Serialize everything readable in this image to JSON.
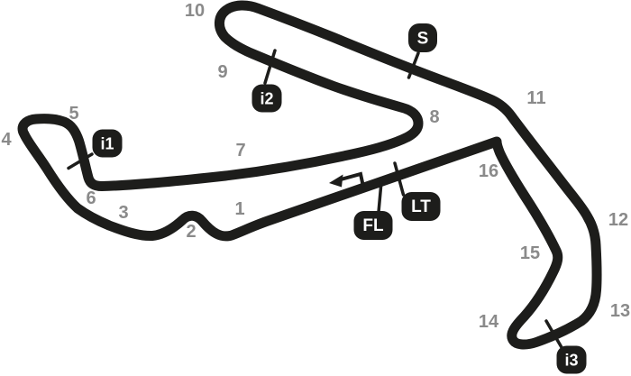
{
  "track": {
    "color": "#1d1d1b",
    "label_color": "#8a8a8a",
    "badge_bg": "#1d1d1b",
    "badge_text_color": "#ffffff",
    "corners": [
      "1",
      "2",
      "3",
      "4",
      "5",
      "6",
      "7",
      "8",
      "9",
      "10",
      "11",
      "12",
      "13",
      "14",
      "15",
      "16"
    ],
    "markers": {
      "s": {
        "label": "S"
      },
      "i1": {
        "label": "i1"
      },
      "i2": {
        "label": "i2"
      },
      "i3": {
        "label": "i3"
      },
      "fl": {
        "label": "FL"
      },
      "lt": {
        "label": "LT"
      }
    }
  }
}
